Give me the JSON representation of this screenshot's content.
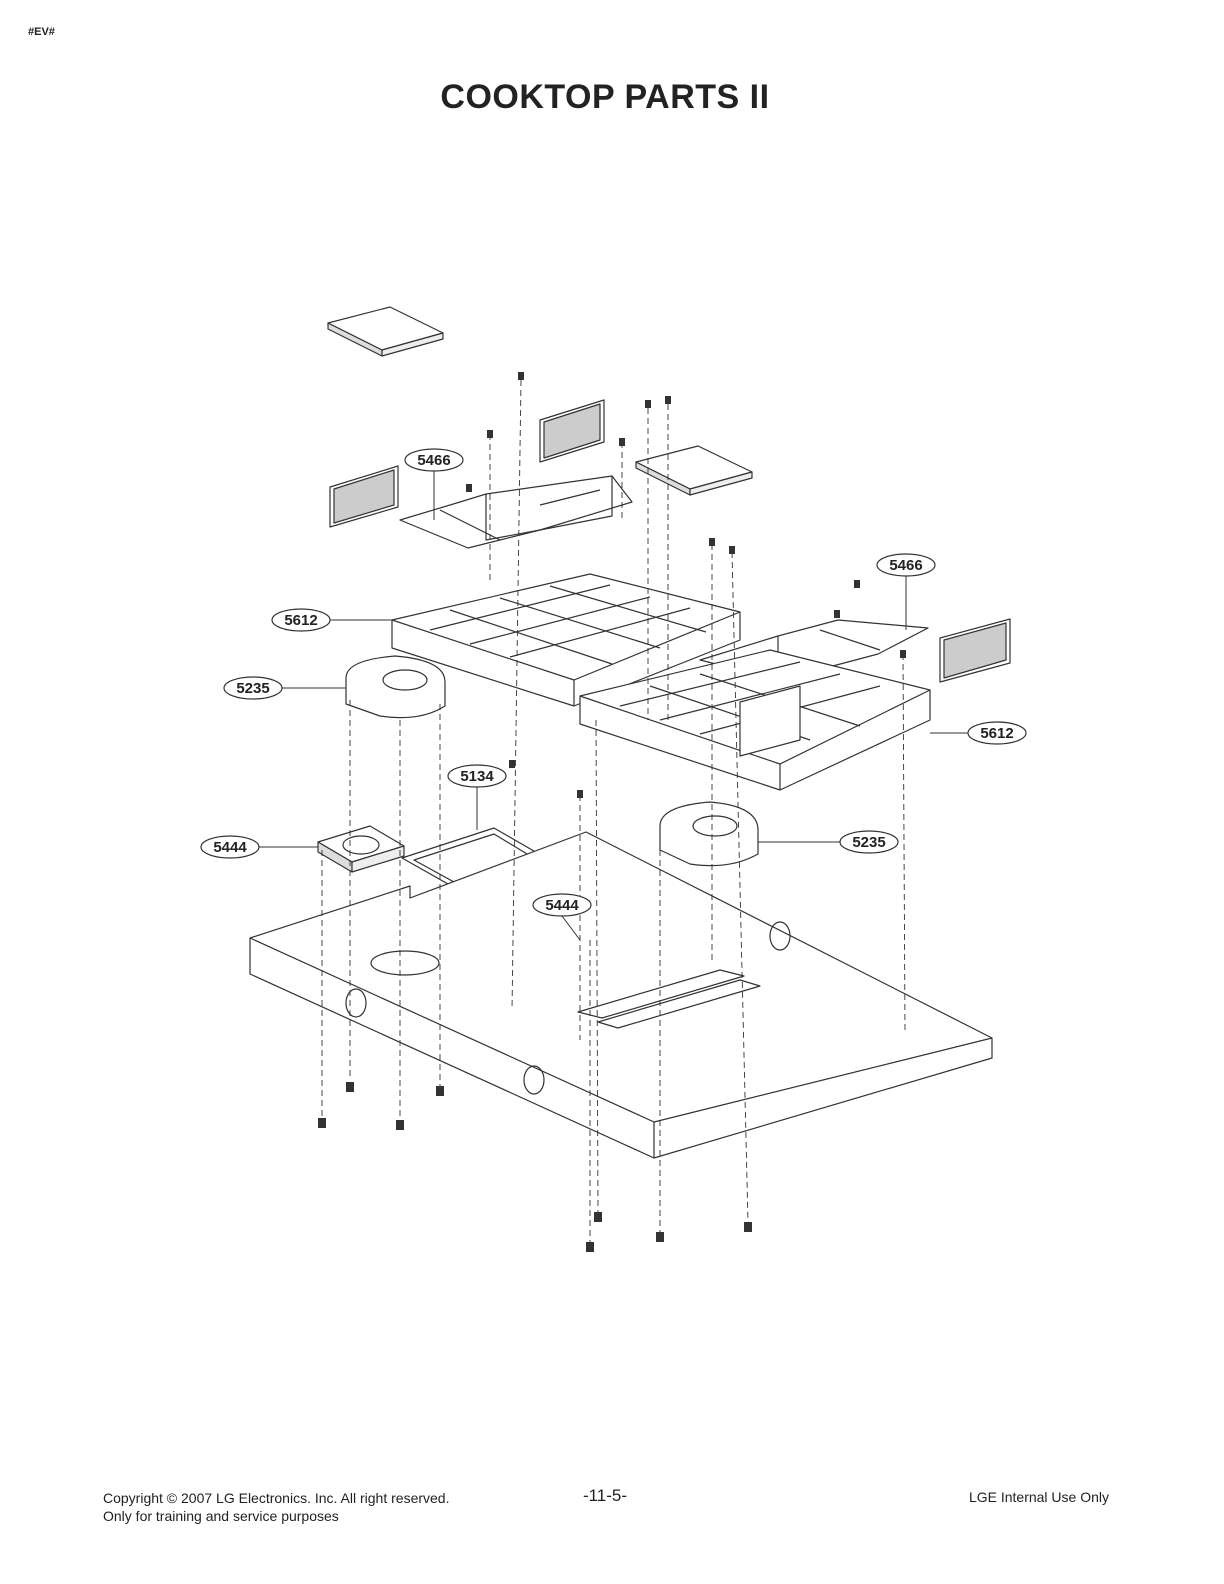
{
  "header": {
    "tag": "#EV#",
    "title": "COOKTOP PARTS II"
  },
  "callouts": {
    "bracket_left": "5466",
    "bracket_right": "5466",
    "frame_left": "5612",
    "frame_right": "5612",
    "blower_left": "5235",
    "blower_right": "5235",
    "tray": "5134",
    "fan_left": "5444",
    "fan_center": "5444"
  },
  "footer": {
    "copyright": "Copyright © 2007 LG Electronics. Inc. All right reserved.",
    "purpose": "Only for training and service purposes",
    "page_number": "-11-5-",
    "classification": "LGE Internal Use Only"
  }
}
